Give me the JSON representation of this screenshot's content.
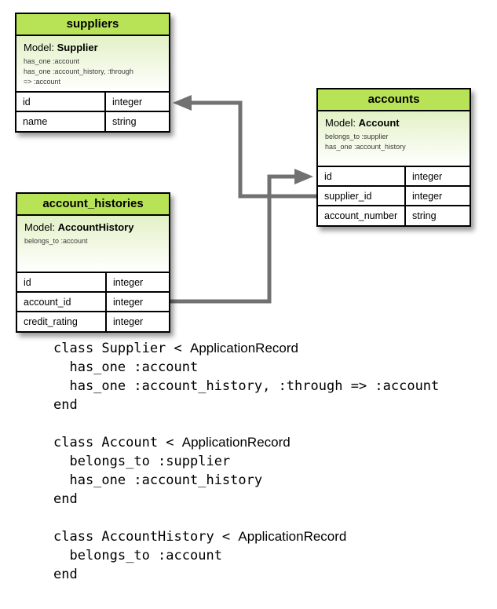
{
  "colors": {
    "header_green": "#b8e356",
    "model_gradient_top": "#e3f1c6",
    "arrow_gray": "#717171",
    "table_border": "#000000",
    "association_text": "#3a3a3a"
  },
  "diagram": {
    "tables": [
      {
        "name": "suppliers",
        "model_label": "Model: ",
        "model_name": "Supplier",
        "associations": [
          "has_one :account",
          "has_one :account_history, :through",
          "=> :account"
        ],
        "fields": [
          {
            "name": "id",
            "type": "integer"
          },
          {
            "name": "name",
            "type": "string"
          }
        ]
      },
      {
        "name": "accounts",
        "model_label": "Model: ",
        "model_name": "Account",
        "associations": [
          "belongs_to :supplier",
          "has_one :account_history"
        ],
        "fields": [
          {
            "name": "id",
            "type": "integer"
          },
          {
            "name": "supplier_id",
            "type": "integer"
          },
          {
            "name": "account_number",
            "type": "string"
          }
        ]
      },
      {
        "name": "account_histories",
        "model_label": "Model: ",
        "model_name": "AccountHistory",
        "associations": [
          "belongs_to :account"
        ],
        "fields": [
          {
            "name": "id",
            "type": "integer"
          },
          {
            "name": "account_id",
            "type": "integer"
          },
          {
            "name": "credit_rating",
            "type": "integer"
          }
        ]
      }
    ],
    "relations": [
      {
        "from": "accounts.supplier_id",
        "to": "suppliers.id"
      },
      {
        "from": "account_histories.account_id",
        "to": "accounts.id"
      }
    ]
  },
  "code_blocks": [
    {
      "class_mono": "class Supplier < ",
      "class_sans": "ApplicationRecord",
      "body": [
        "  has_one :account",
        "  has_one :account_history, :through => :account"
      ],
      "end_keyword": "end"
    },
    {
      "class_mono": "class Account < ",
      "class_sans": "ApplicationRecord",
      "body": [
        "  belongs_to :supplier",
        "  has_one :account_history"
      ],
      "end_keyword": "end"
    },
    {
      "class_mono": "class AccountHistory < ",
      "class_sans": "ApplicationRecord",
      "body": [
        "  belongs_to :account"
      ],
      "end_keyword": "end"
    }
  ]
}
